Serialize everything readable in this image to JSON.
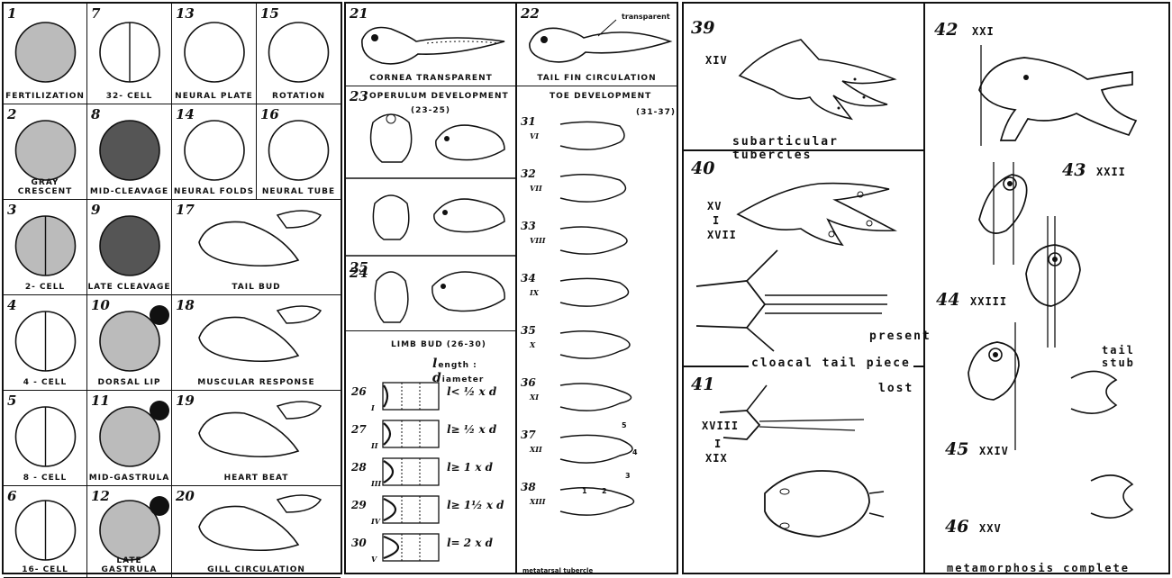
{
  "embryo_stages": [
    {
      "num": "1",
      "caption": "FERTILIZATION"
    },
    {
      "num": "7",
      "caption": "32- CELL"
    },
    {
      "num": "13",
      "caption": "NEURAL PLATE"
    },
    {
      "num": "15",
      "caption": "ROTATION"
    },
    {
      "num": "2",
      "caption": "GRAY CRESCENT"
    },
    {
      "num": "8",
      "caption": "MID-CLEAVAGE"
    },
    {
      "num": "14",
      "caption": "NEURAL FOLDS"
    },
    {
      "num": "16",
      "caption": "NEURAL TUBE"
    },
    {
      "num": "3",
      "caption": "2- CELL"
    },
    {
      "num": "9",
      "caption": "LATE CLEAVAGE"
    },
    {
      "num": "17",
      "caption": "TAIL BUD"
    },
    {
      "num": "4",
      "caption": "4 - CELL"
    },
    {
      "num": "10",
      "caption": "DORSAL LIP"
    },
    {
      "num": "18",
      "caption": "MUSCULAR RESPONSE"
    },
    {
      "num": "5",
      "caption": "8 - CELL"
    },
    {
      "num": "11",
      "caption": "MID-GASTRULA"
    },
    {
      "num": "19",
      "caption": "HEART BEAT"
    },
    {
      "num": "6",
      "caption": "16- CELL"
    },
    {
      "num": "12",
      "caption": "LATE GASTRULA"
    },
    {
      "num": "20",
      "caption": "GILL CIRCULATION"
    }
  ],
  "middle": {
    "s21": {
      "num": "21",
      "caption": "CORNEA TRANSPARENT"
    },
    "s22": {
      "num": "22",
      "caption": "TAIL FIN CIRCULATION",
      "note": "transparent"
    },
    "operculum": {
      "num": "23",
      "title": "OPERULUM DEVELOPMENT",
      "range": "(23-25)",
      "n24": "24",
      "n25": "25"
    },
    "limb": {
      "title": "LIMB BUD (26-30)",
      "legend_l": "l",
      "legend_ength": "ength :",
      "legend_d": "d",
      "legend_iameter": "iameter",
      "rows": [
        {
          "num": "26",
          "roman": "I",
          "formula": "l< ½ x d"
        },
        {
          "num": "27",
          "roman": "II",
          "formula": "l≥ ½ x d"
        },
        {
          "num": "28",
          "roman": "III",
          "formula": "l≥ 1 x d"
        },
        {
          "num": "29",
          "roman": "IV",
          "formula": "l≥ 1½ x d"
        },
        {
          "num": "30",
          "roman": "V",
          "formula": "l= 2 x d"
        }
      ]
    },
    "toe": {
      "title": "TOE DEVELOPMENT",
      "range": "(31-37)",
      "rows": [
        {
          "num": "31",
          "roman": "VI"
        },
        {
          "num": "32",
          "roman": "VII"
        },
        {
          "num": "33",
          "roman": "VIII"
        },
        {
          "num": "34",
          "roman": "IX"
        },
        {
          "num": "35",
          "roman": "X"
        },
        {
          "num": "36",
          "roman": "XI"
        },
        {
          "num": "37",
          "roman": "XII"
        },
        {
          "num": "38",
          "roman": "XIII"
        }
      ],
      "digits": [
        "1",
        "2",
        "3",
        "4",
        "5"
      ],
      "footer": "metatarsal tubercle"
    }
  },
  "right": {
    "s39": {
      "num": "39",
      "roman": "XIV",
      "label": "subarticular tubercles"
    },
    "s40": {
      "num": "40",
      "roman_a": "XV",
      "roman_b": "I",
      "roman_c": "XVII",
      "present": "present",
      "cloacal": "cloacal tail piece"
    },
    "s41": {
      "num": "41",
      "roman_a": "XVIII",
      "roman_b": "I",
      "roman_c": "XIX",
      "lost": "lost"
    },
    "s42": {
      "num": "42",
      "roman": "XXI"
    },
    "s43": {
      "num": "43",
      "roman": "XXII"
    },
    "s44": {
      "num": "44",
      "roman": "XXIII"
    },
    "s45": {
      "num": "45",
      "roman": "XXIV"
    },
    "s46": {
      "num": "46",
      "roman": "XXV"
    },
    "tail_stub": "tail stub",
    "footer": "metamorphosis complete"
  }
}
